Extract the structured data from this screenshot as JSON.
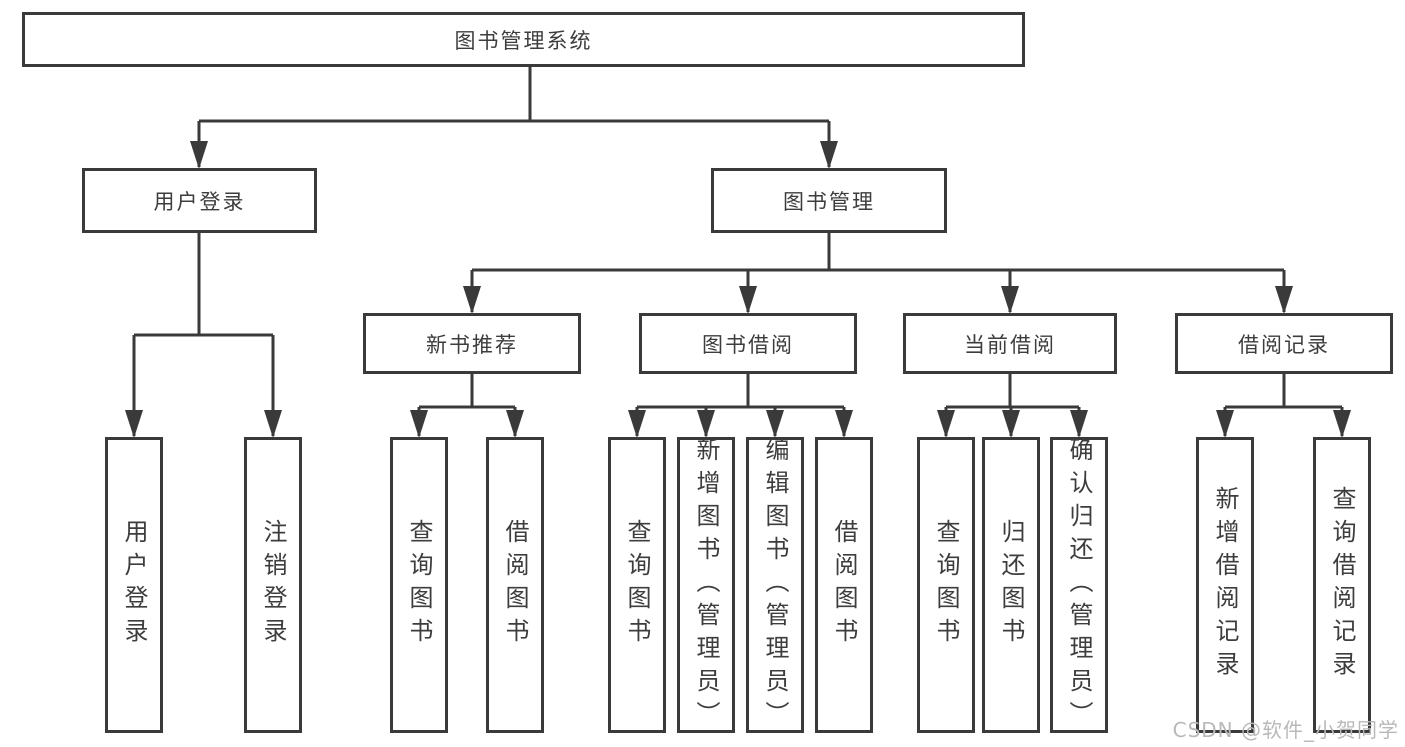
{
  "diagram": {
    "root": {
      "label": "图书管理系统"
    },
    "level2": {
      "user_login": {
        "label": "用户登录"
      },
      "book_management": {
        "label": "图书管理"
      }
    },
    "level3": {
      "new_book_recommend": {
        "label": "新书推荐"
      },
      "book_borrow": {
        "label": "图书借阅"
      },
      "current_borrow": {
        "label": "当前借阅"
      },
      "borrow_records": {
        "label": "借阅记录"
      }
    },
    "leaves": {
      "user_login": {
        "label": "用户登录"
      },
      "logout": {
        "label": "注销登录"
      },
      "recommend_query_books": {
        "label": "查询图书"
      },
      "recommend_borrow_books": {
        "label": "借阅图书"
      },
      "borrow_query_books": {
        "label": "查询图书"
      },
      "borrow_add_books_admin": {
        "label": "新增图书（管理员）"
      },
      "borrow_edit_books_admin": {
        "label": "编辑图书（管理员）"
      },
      "borrow_borrow_books": {
        "label": "借阅图书"
      },
      "current_query_books": {
        "label": "查询图书"
      },
      "current_return_books": {
        "label": "归还图书"
      },
      "current_confirm_return_admin": {
        "label": "确认归还（管理员）"
      },
      "records_add_record": {
        "label": "新增借阅记录"
      },
      "records_query_record": {
        "label": "查询借阅记录"
      }
    }
  },
  "watermark": {
    "text": "CSDN @软件_小贺同学"
  },
  "colors": {
    "line": "#3a3a3a",
    "text": "#3d3d3d",
    "background": "#ffffff",
    "watermark": "#b9b9b9"
  }
}
